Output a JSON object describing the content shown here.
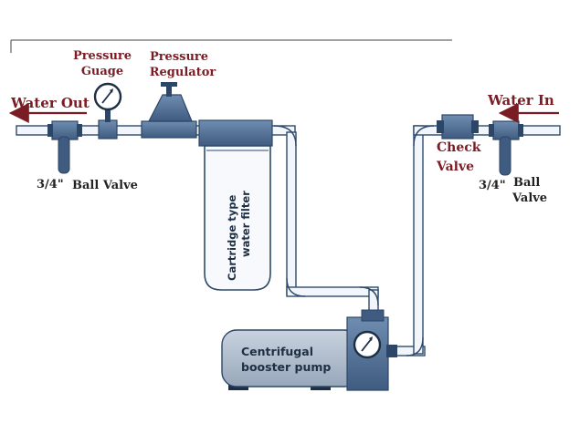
{
  "labels": {
    "water_out": "Water Out",
    "water_in": "Water In",
    "pressure_gauge_line1": "Pressure",
    "pressure_gauge_line2": "Guage",
    "pressure_regulator_line1": "Pressure",
    "pressure_regulator_line2": "Regulator",
    "ball_valve_left_size": "3/4\"",
    "ball_valve_left_text": "Ball Valve",
    "ball_valve_right_size": "3/4\"",
    "ball_valve_right_text1": "Ball",
    "ball_valve_right_text2": "Valve",
    "check_valve_line1": "Check",
    "check_valve_line2": "Valve",
    "filter_line1": "Cartridge type",
    "filter_line2": "water filter",
    "pump_line1": "Centrifugal",
    "pump_line2": "booster pump"
  },
  "colors": {
    "label_red": "#7a1c24",
    "pipe_fill": "#f2f5f9",
    "pipe_stroke": "#2d4a6b",
    "device_blue": "#4f6d91",
    "device_dark": "#2c4667",
    "filter_body": "#f7f9fc",
    "pump_body": "#b3c0cf"
  }
}
